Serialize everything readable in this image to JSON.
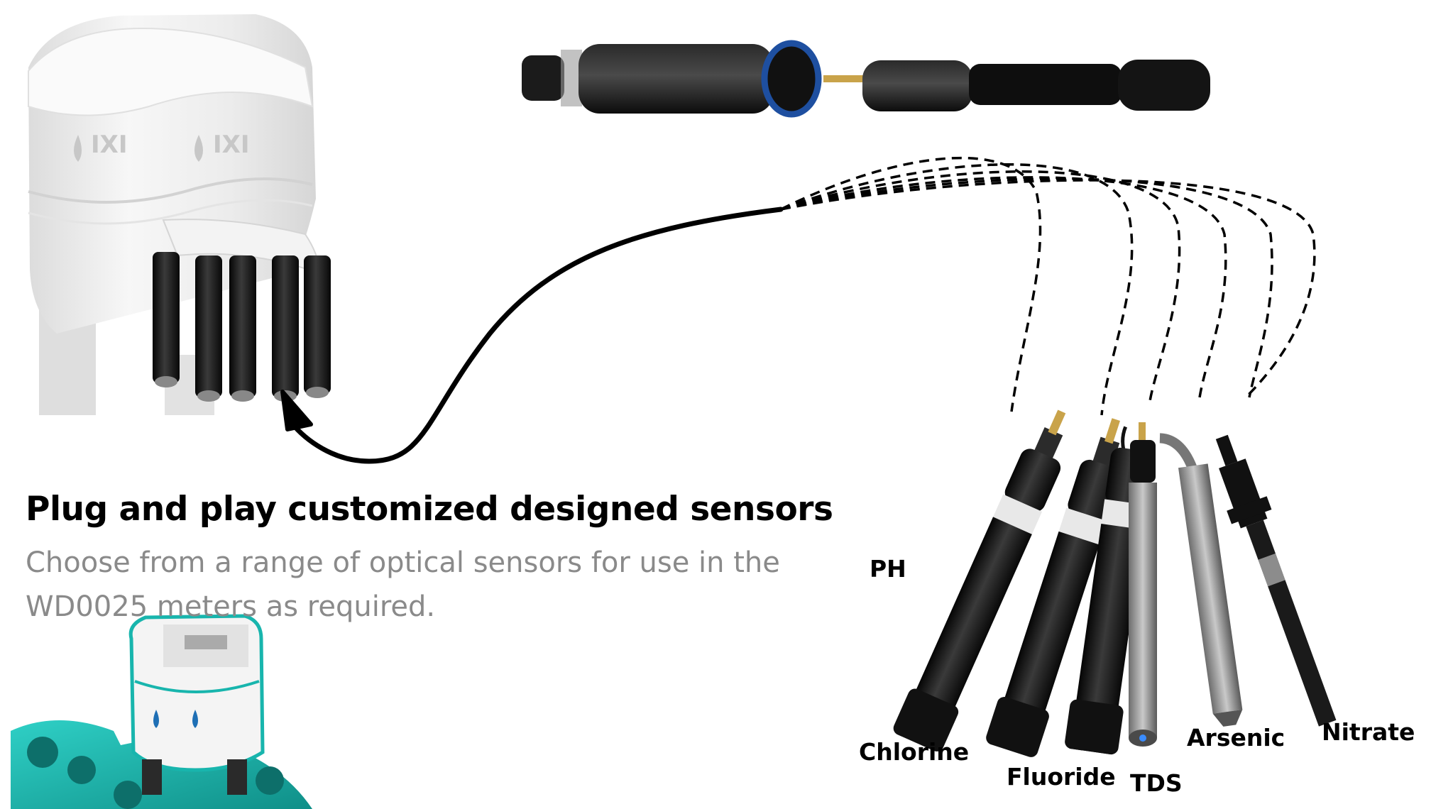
{
  "headline": "Plug and play customized designed sensors",
  "subtext": "Choose from a range of optical sensors for use in the WD0025 meters as required.",
  "sensors": [
    {
      "label": "PH"
    },
    {
      "label": "Chlorine"
    },
    {
      "label": "Fluoride"
    },
    {
      "label": "TDS"
    },
    {
      "label": "Arsenic"
    },
    {
      "label": "Nitrate"
    }
  ],
  "colors": {
    "probe_body": "#111111",
    "probe_band": "#e8e8e8",
    "device_shell": "#f1f1f1",
    "teal_accent": "#18b5ad",
    "connector_ring": "#1e4fa0",
    "gold_pin": "#c9a34a"
  },
  "icons": [
    "curved-arrow-icon",
    "dashed-cable-icon"
  ]
}
